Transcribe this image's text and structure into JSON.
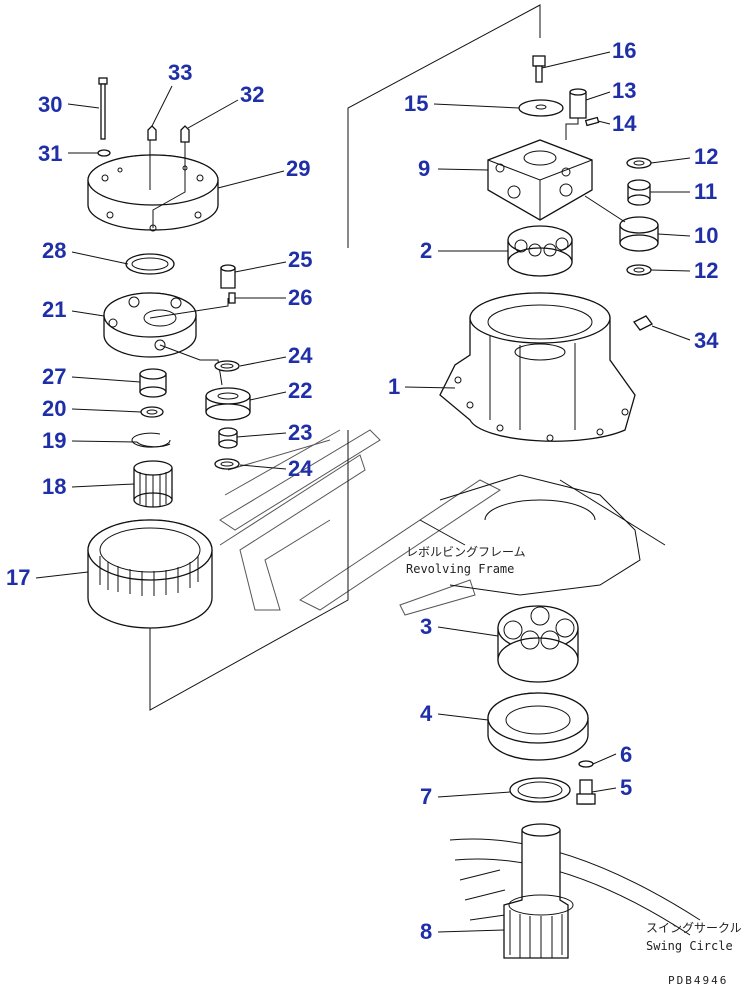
{
  "diagram": {
    "callouts": [
      "1",
      "2",
      "3",
      "4",
      "5",
      "6",
      "7",
      "8",
      "9",
      "10",
      "11",
      "12",
      "13",
      "14",
      "15",
      "16",
      "17",
      "18",
      "19",
      "20",
      "21",
      "22",
      "23",
      "24",
      "25",
      "26",
      "27",
      "28",
      "29",
      "30",
      "31",
      "32",
      "33",
      "34"
    ],
    "labels": {
      "revolving_frame_jp": "レボルビングフレーム",
      "revolving_frame_en": "Revolving Frame",
      "swing_circle_jp": "スイングサークル",
      "swing_circle_en": "Swing Circle"
    },
    "drawing_code": "PDB4946"
  }
}
